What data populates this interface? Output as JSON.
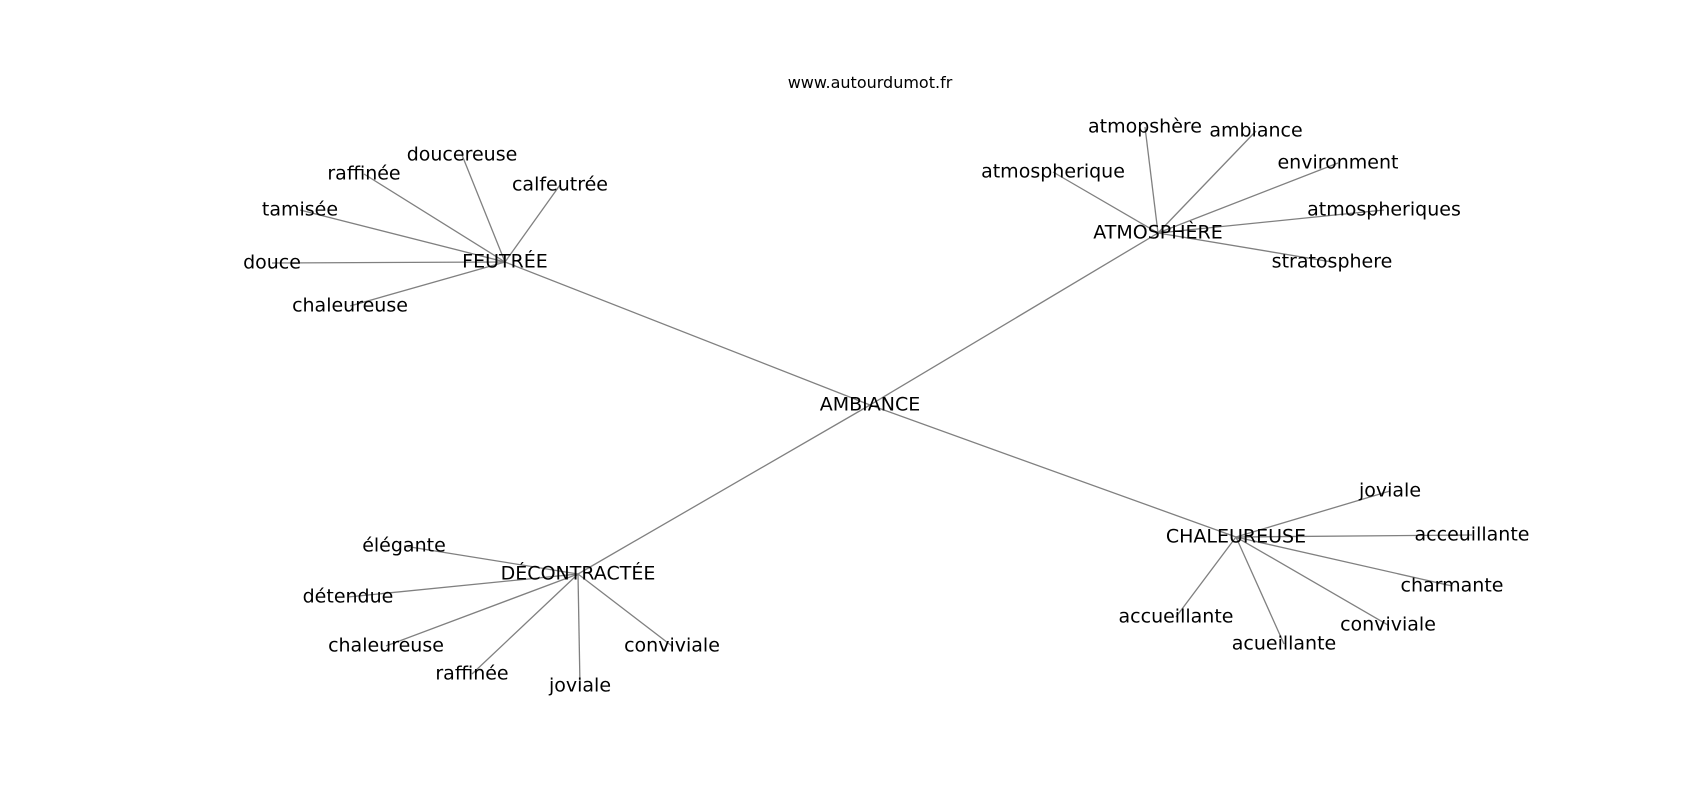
{
  "source": "www.autourdumot.fr",
  "root": "AMBIANCE",
  "groups": [
    {
      "label": "FEUTRÉE",
      "words": [
        "calfeutrée",
        "doucereuse",
        "raffinée",
        "tamisée",
        "douce",
        "chaleureuse"
      ]
    },
    {
      "label": "ATMOSPHÈRE",
      "words": [
        "atmopshère",
        "ambiance",
        "environment",
        "atmospheriques",
        "stratosphere",
        "atmospherique"
      ]
    },
    {
      "label": "DÉCONTRACTÉE",
      "words": [
        "élégante",
        "détendue",
        "chaleureuse",
        "raffinée",
        "joviale",
        "conviviale"
      ]
    },
    {
      "label": "CHALEUREUSE",
      "words": [
        "joviale",
        "acceuillante",
        "charmante",
        "conviviale",
        "acueillante",
        "accueillante"
      ]
    }
  ]
}
